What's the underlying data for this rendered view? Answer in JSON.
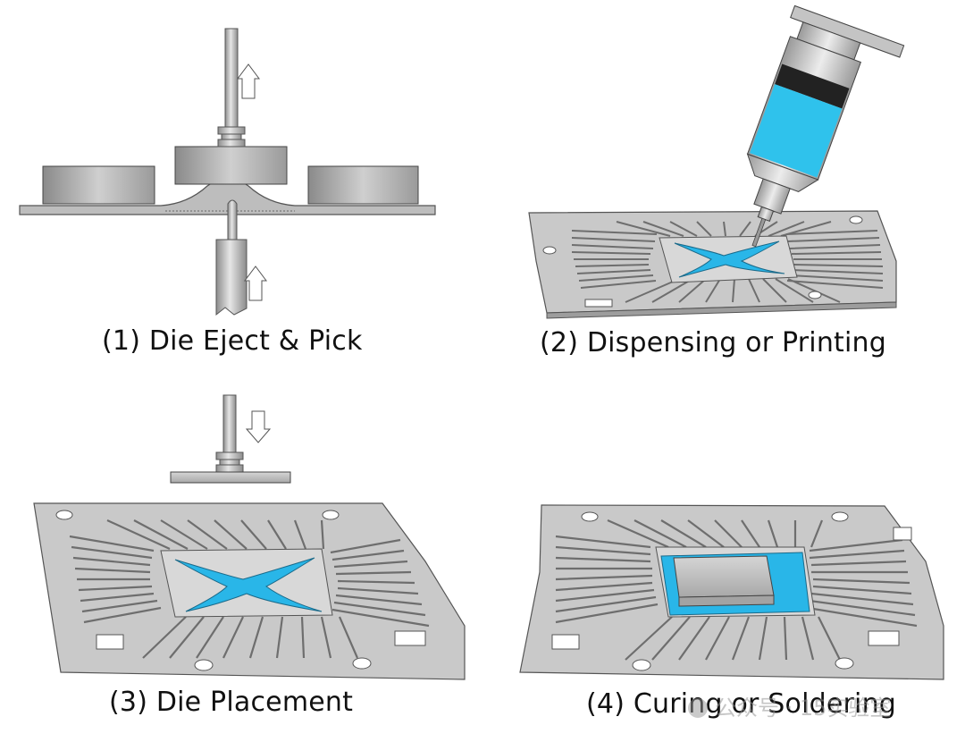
{
  "steps": [
    {
      "label": "(1) Die Eject & Pick"
    },
    {
      "label": "(2) Dispensing or Printing"
    },
    {
      "label": "(3) Die Placement"
    },
    {
      "label": "(4) Curing or Soldering"
    }
  ],
  "watermark": {
    "text": "公众号 · 15实验室"
  },
  "colors": {
    "adhesive": "#29b6e8",
    "frame": "#c9c9c9",
    "metal_dark": "#7a7a7a"
  },
  "icons": [
    "arrow-up-icon",
    "arrow-down-icon",
    "syringe-icon"
  ]
}
